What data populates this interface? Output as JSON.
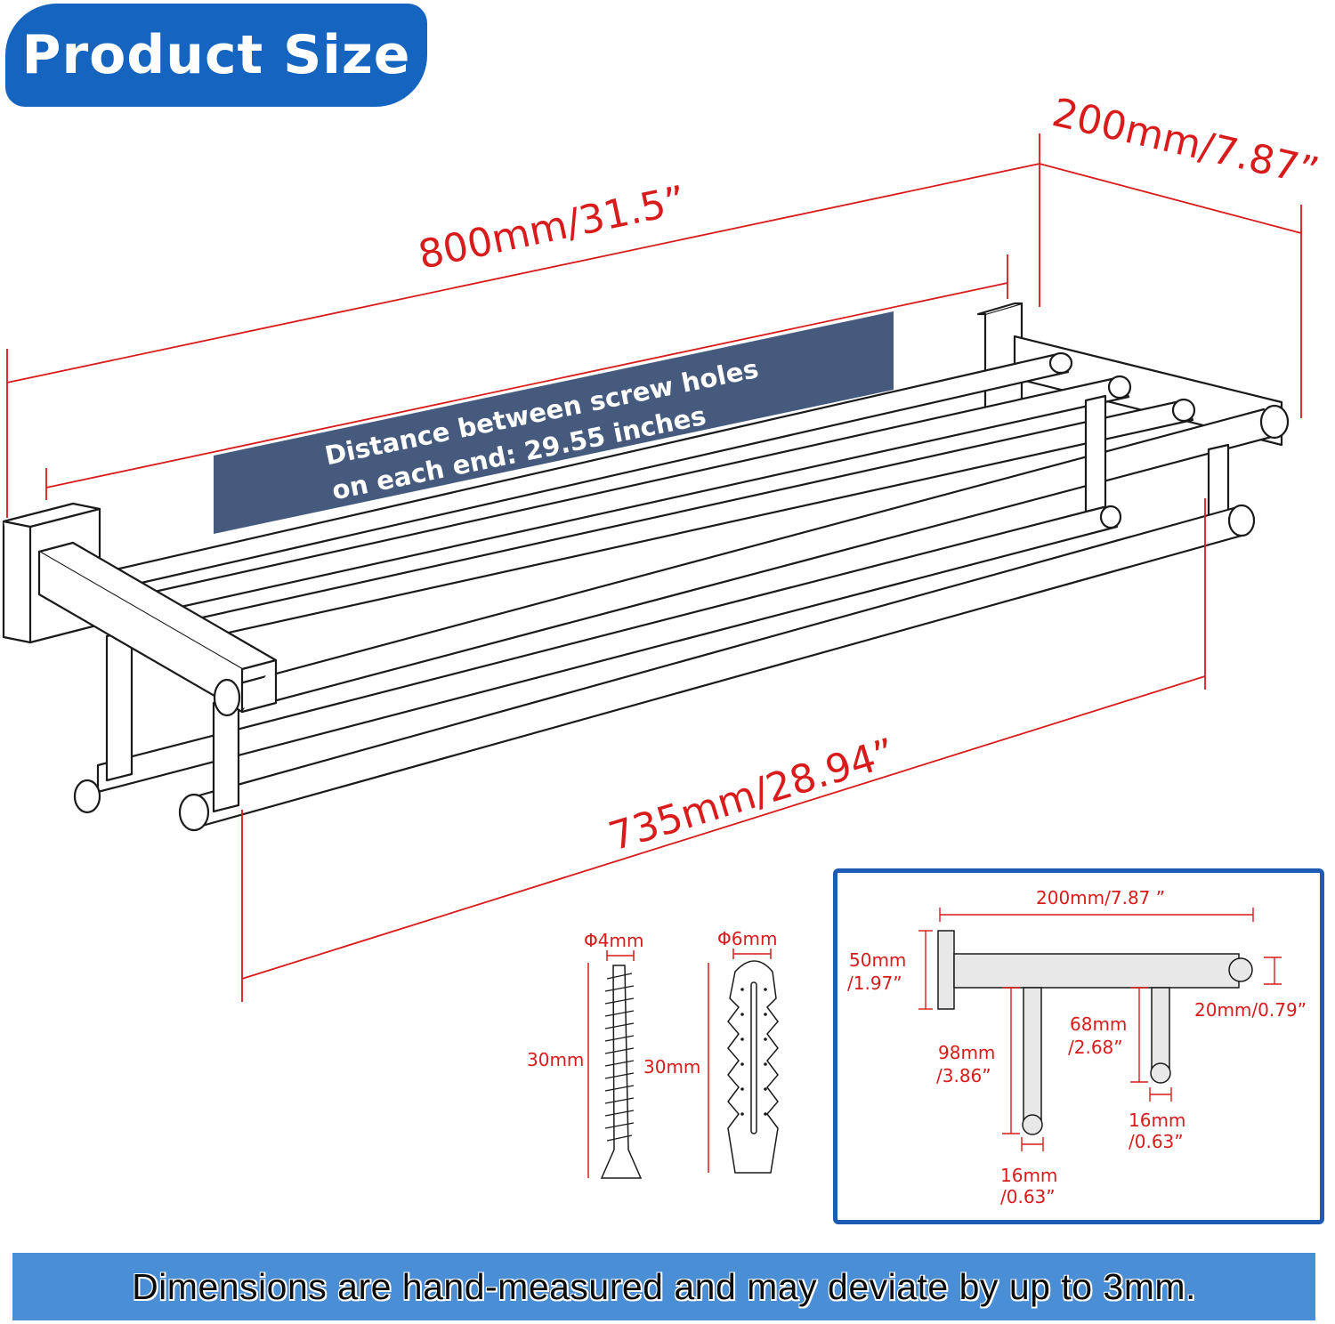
{
  "header": {
    "badge": "Product Size"
  },
  "dimensions": {
    "overall_length": "800mm/31.5”",
    "depth": "200mm/7.87”",
    "lower_bar_length": "735mm/28.94”"
  },
  "note": {
    "line1": "Distance between screw holes",
    "line2": "on each end: 29.55  inches",
    "color": "#455a7d"
  },
  "hardware": {
    "screw_diameter": "Φ4mm",
    "screw_length": "30mm",
    "anchor_diameter": "Φ6mm",
    "anchor_length": "30mm"
  },
  "side_view": {
    "depth": "200mm/7.87 ”",
    "plate_height_mm": "50mm",
    "plate_height_in": "/1.97”",
    "bar_diameter": "20mm/0.79”",
    "long_arm_mm": "98mm",
    "long_arm_in": "/3.86”",
    "short_arm_mm": "68mm",
    "short_arm_in": "/2.68”",
    "long_rod_mm": "16mm",
    "long_rod_in": "/0.63”",
    "short_rod_mm": "16mm",
    "short_rod_in": "/0.63”"
  },
  "footer": {
    "text": "Dimensions are hand-measured and may deviate by up to 3mm."
  },
  "colors": {
    "badge": "#1565c0",
    "dimension": "#d81b1b",
    "frame": "#1e5bb5",
    "footer": "#4a8fd6"
  }
}
